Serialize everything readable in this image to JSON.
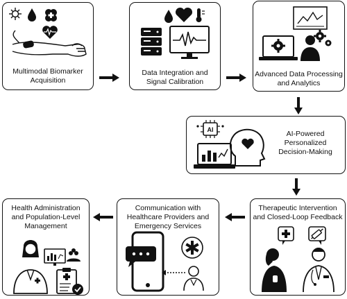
{
  "steps": [
    {
      "label_lines": [
        "Multimodal Biomarker",
        "Acquisition"
      ]
    },
    {
      "label_lines": [
        "Data Integration and",
        "Signal Calibration"
      ]
    },
    {
      "label_lines": [
        "Advanced Data Processing",
        "and Analytics"
      ]
    },
    {
      "label_lines": [
        "AI-Powered",
        "Personalized",
        "Decision-Making"
      ]
    },
    {
      "label_lines": [
        "Therapeutic Intervention",
        "and Closed-Loop Feedback"
      ]
    },
    {
      "label_lines": [
        "Communication with",
        "Healthcare Providers and",
        "Emergency Services"
      ]
    },
    {
      "label_lines": [
        "Health Administration",
        "and Population-Level",
        "Management"
      ]
    }
  ],
  "icons": {
    "ai_chip_text": "AI"
  },
  "colors": {
    "stroke": "#111111",
    "background": "#ffffff"
  }
}
